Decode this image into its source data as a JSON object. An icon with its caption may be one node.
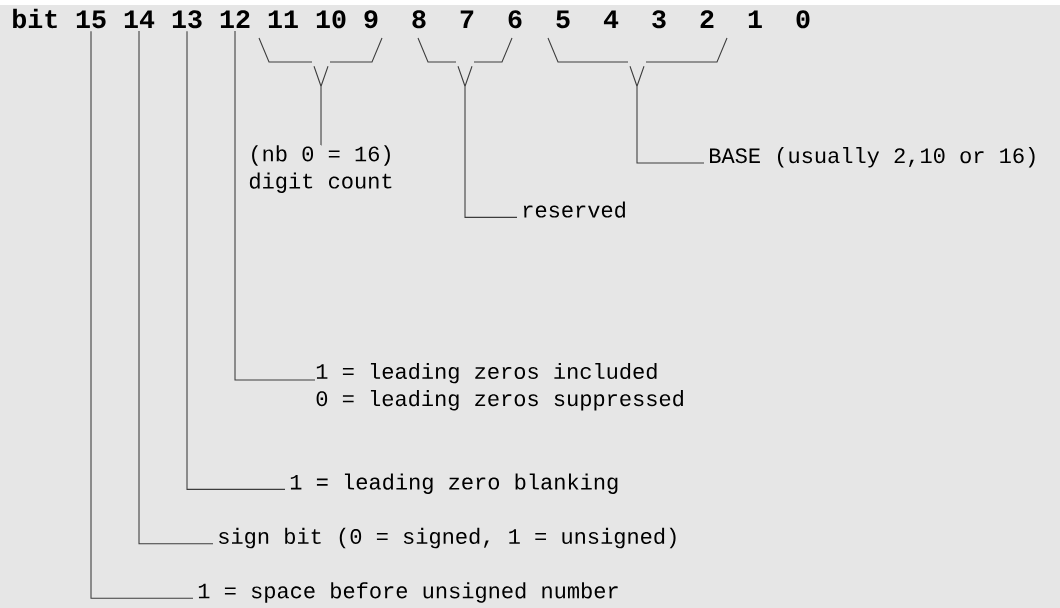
{
  "diagram": {
    "nodes": [
      {
        "text": [
          "15"
        ]
      },
      {
        "text": [
          "14"
        ]
      },
      {
        "text": [
          "13"
        ]
      },
      {
        "text": [
          "12"
        ]
      },
      {
        "text": [
          "11"
        ]
      },
      {
        "text": [
          "10"
        ]
      },
      {
        "text": [
          "9"
        ]
      },
      {
        "text": [
          "8"
        ]
      },
      {
        "text": [
          "7"
        ]
      },
      {
        "text": [
          "6"
        ]
      },
      {
        "text": [
          "5"
        ]
      },
      {
        "text": [
          "4"
        ]
      },
      {
        "text": [
          "3"
        ]
      },
      {
        "text": [
          "2"
        ]
      },
      {
        "text": [
          "1"
        ]
      },
      {
        "text": [
          "0"
        ]
      },
      {
        "text": [],
        "shape": "bracket"
      },
      {
        "text": [],
        "shape": "bracket"
      },
      {
        "text": [],
        "shape": "bracket"
      },
      {
        "text": [
          "(nb 0 = 16)",
          "digit count"
        ]
      },
      {
        "text": [
          "BASE (usually 2,10 or 16)"
        ]
      },
      {
        "text": [
          "reserved"
        ]
      },
      {
        "text": [
          "1 = leading zeros included",
          "0 = leading zeros suppressed"
        ]
      },
      {
        "text": [
          "1 = leading zero blanking"
        ]
      },
      {
        "text": [
          "sign bit (0 = signed, 1 = unsigned)"
        ]
      },
      {
        "text": [
          "1 = space before unsigned number"
        ]
      }
    ],
    "edges": [
      {
        "from": 16,
        "to": 19,
        "arrow": "other"
      },
      {
        "from": 17,
        "to": 21,
        "arrow": "other"
      },
      {
        "from": 18,
        "to": 20,
        "arrow": "other"
      },
      {
        "from": 3,
        "to": 22,
        "arrow": "none"
      },
      {
        "from": 2,
        "to": 23,
        "arrow": "none"
      },
      {
        "from": 1,
        "to": 24,
        "arrow": "none"
      },
      {
        "from": 0,
        "to": 25,
        "arrow": "none"
      }
    ],
    "labels": [
      "bit"
    ]
  }
}
